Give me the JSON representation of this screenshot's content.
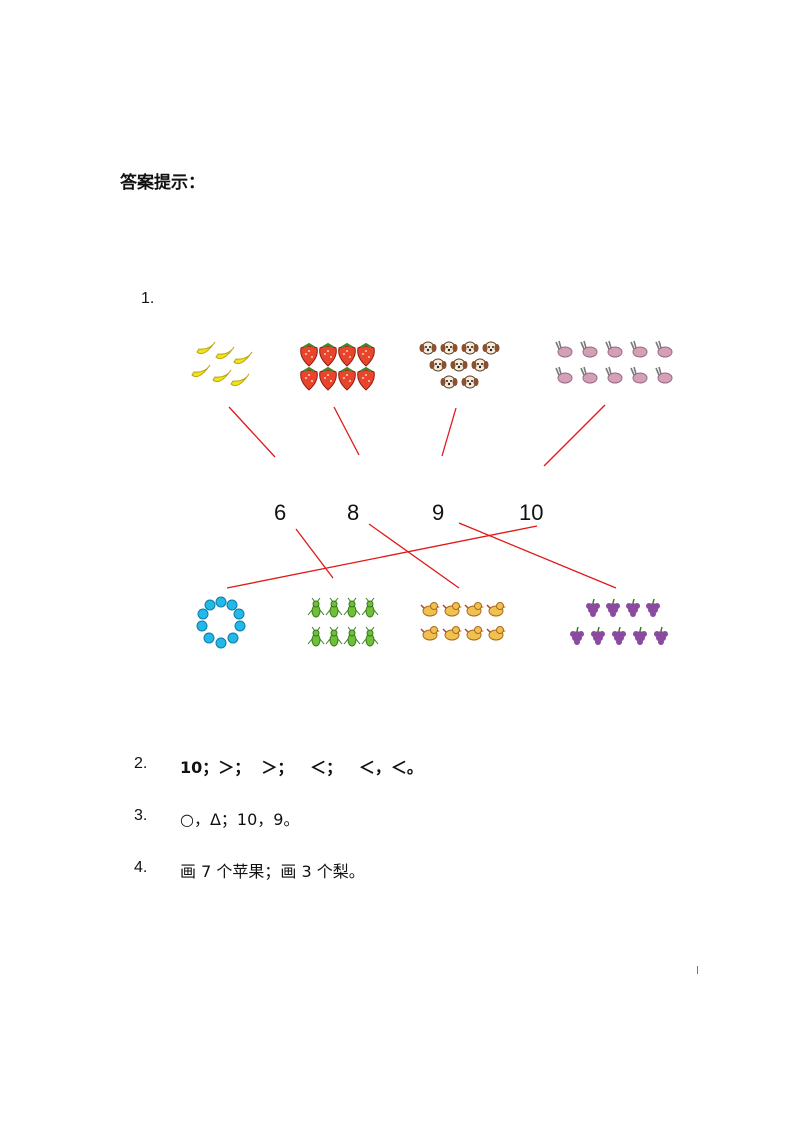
{
  "heading": "答案提示：",
  "q1": {
    "number": "1.",
    "numbers": [
      "6",
      "8",
      "9",
      "10"
    ],
    "top_groups": [
      {
        "item": "banana",
        "count": 6,
        "color": "#f2e21a"
      },
      {
        "item": "strawberry",
        "count": 8,
        "color": "#e8452c"
      },
      {
        "item": "dog",
        "count": 9,
        "color": "#b06a3a"
      },
      {
        "item": "rabbit",
        "count": 10,
        "color": "#c98aa8"
      }
    ],
    "bottom_groups": [
      {
        "item": "bead",
        "count": 10,
        "color": "#22b8e8"
      },
      {
        "item": "grasshopper",
        "count": 8,
        "color": "#6fbf3a"
      },
      {
        "item": "chick",
        "count": 8,
        "color": "#e2a63a"
      },
      {
        "item": "grapes",
        "count": 9,
        "color": "#8a4aa0"
      }
    ],
    "connections": {
      "top": [
        [
          "banana",
          "6"
        ],
        [
          "strawberry",
          "8"
        ],
        [
          "dog",
          "9"
        ],
        [
          "rabbit",
          "10"
        ]
      ],
      "bottom": [
        [
          "6",
          "grasshopper"
        ],
        [
          "8",
          "chick"
        ],
        [
          "9",
          "grapes"
        ],
        [
          "10",
          "bead"
        ]
      ]
    },
    "line_color": "#e01818"
  },
  "q2": {
    "number": "2.",
    "answer": "10；＞；  ＞；   ＜；   ＜，＜。"
  },
  "q3": {
    "number": "3.",
    "answer": "○，Δ；10，9。"
  },
  "q4": {
    "number": "4.",
    "answer": "画 7 个苹果；画 3 个梨。"
  }
}
